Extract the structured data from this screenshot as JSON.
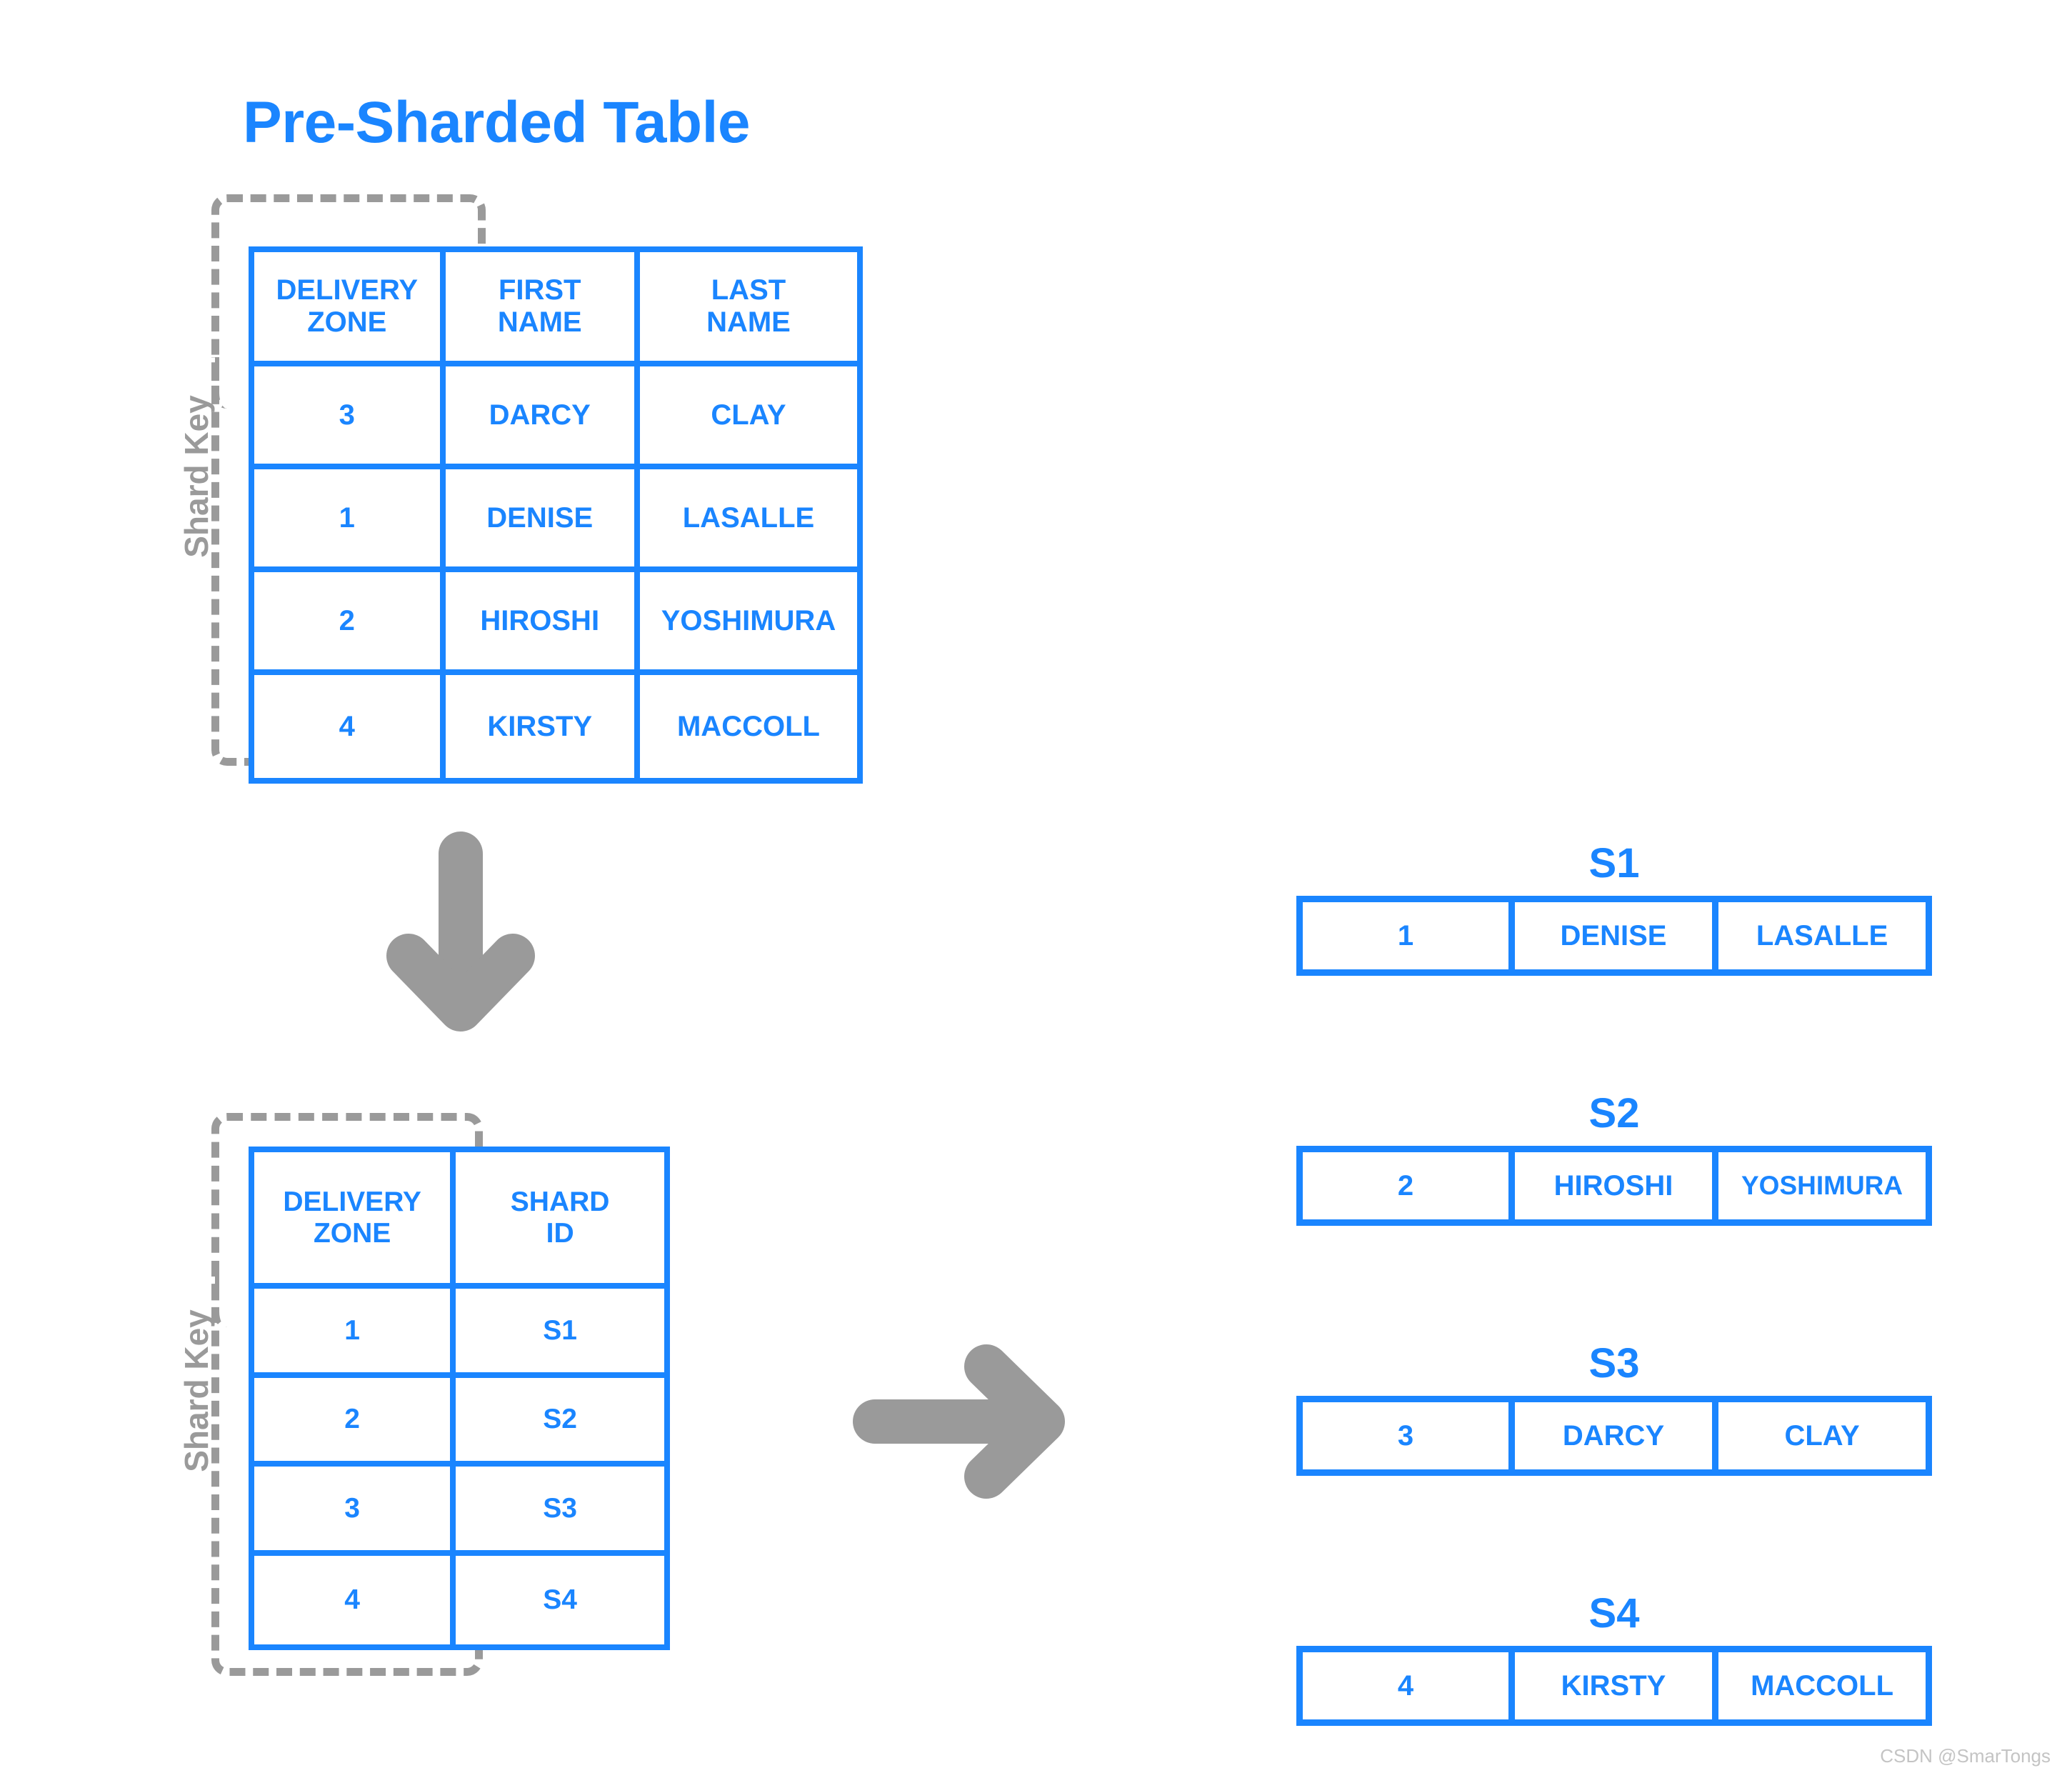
{
  "title": "Pre-Sharded Table",
  "shard_key_label": "Shard Key",
  "watermark": "CSDN @SmarTongs",
  "colors": {
    "accent_blue": "#1a85ff",
    "gray": "#9a9a9a",
    "background": "#ffffff",
    "watermark_gray": "#c4c4c4"
  },
  "icons": {
    "down_arrow": "down-arrow-icon",
    "right_arrow": "right-arrow-icon"
  },
  "source_table": {
    "headers": [
      "DELIVERY\nZONE",
      "FIRST\nNAME",
      "LAST\nNAME"
    ],
    "rows": [
      [
        "3",
        "DARCY",
        "CLAY"
      ],
      [
        "1",
        "DENISE",
        "LASALLE"
      ],
      [
        "2",
        "HIROSHI",
        "YOSHIMURA"
      ],
      [
        "4",
        "KIRSTY",
        "MACCOLL"
      ]
    ]
  },
  "mapping_table": {
    "headers": [
      "DELIVERY\nZONE",
      "SHARD\nID"
    ],
    "rows": [
      [
        "1",
        "S1"
      ],
      [
        "2",
        "S2"
      ],
      [
        "3",
        "S3"
      ],
      [
        "4",
        "S4"
      ]
    ]
  },
  "shards": [
    {
      "name": "S1",
      "cells": [
        "1",
        "DENISE",
        "LASALLE"
      ]
    },
    {
      "name": "S2",
      "cells": [
        "2",
        "HIROSHI",
        "YOSHIMURA"
      ]
    },
    {
      "name": "S3",
      "cells": [
        "3",
        "DARCY",
        "CLAY"
      ]
    },
    {
      "name": "S4",
      "cells": [
        "4",
        "KIRSTY",
        "MACCOLL"
      ]
    }
  ]
}
